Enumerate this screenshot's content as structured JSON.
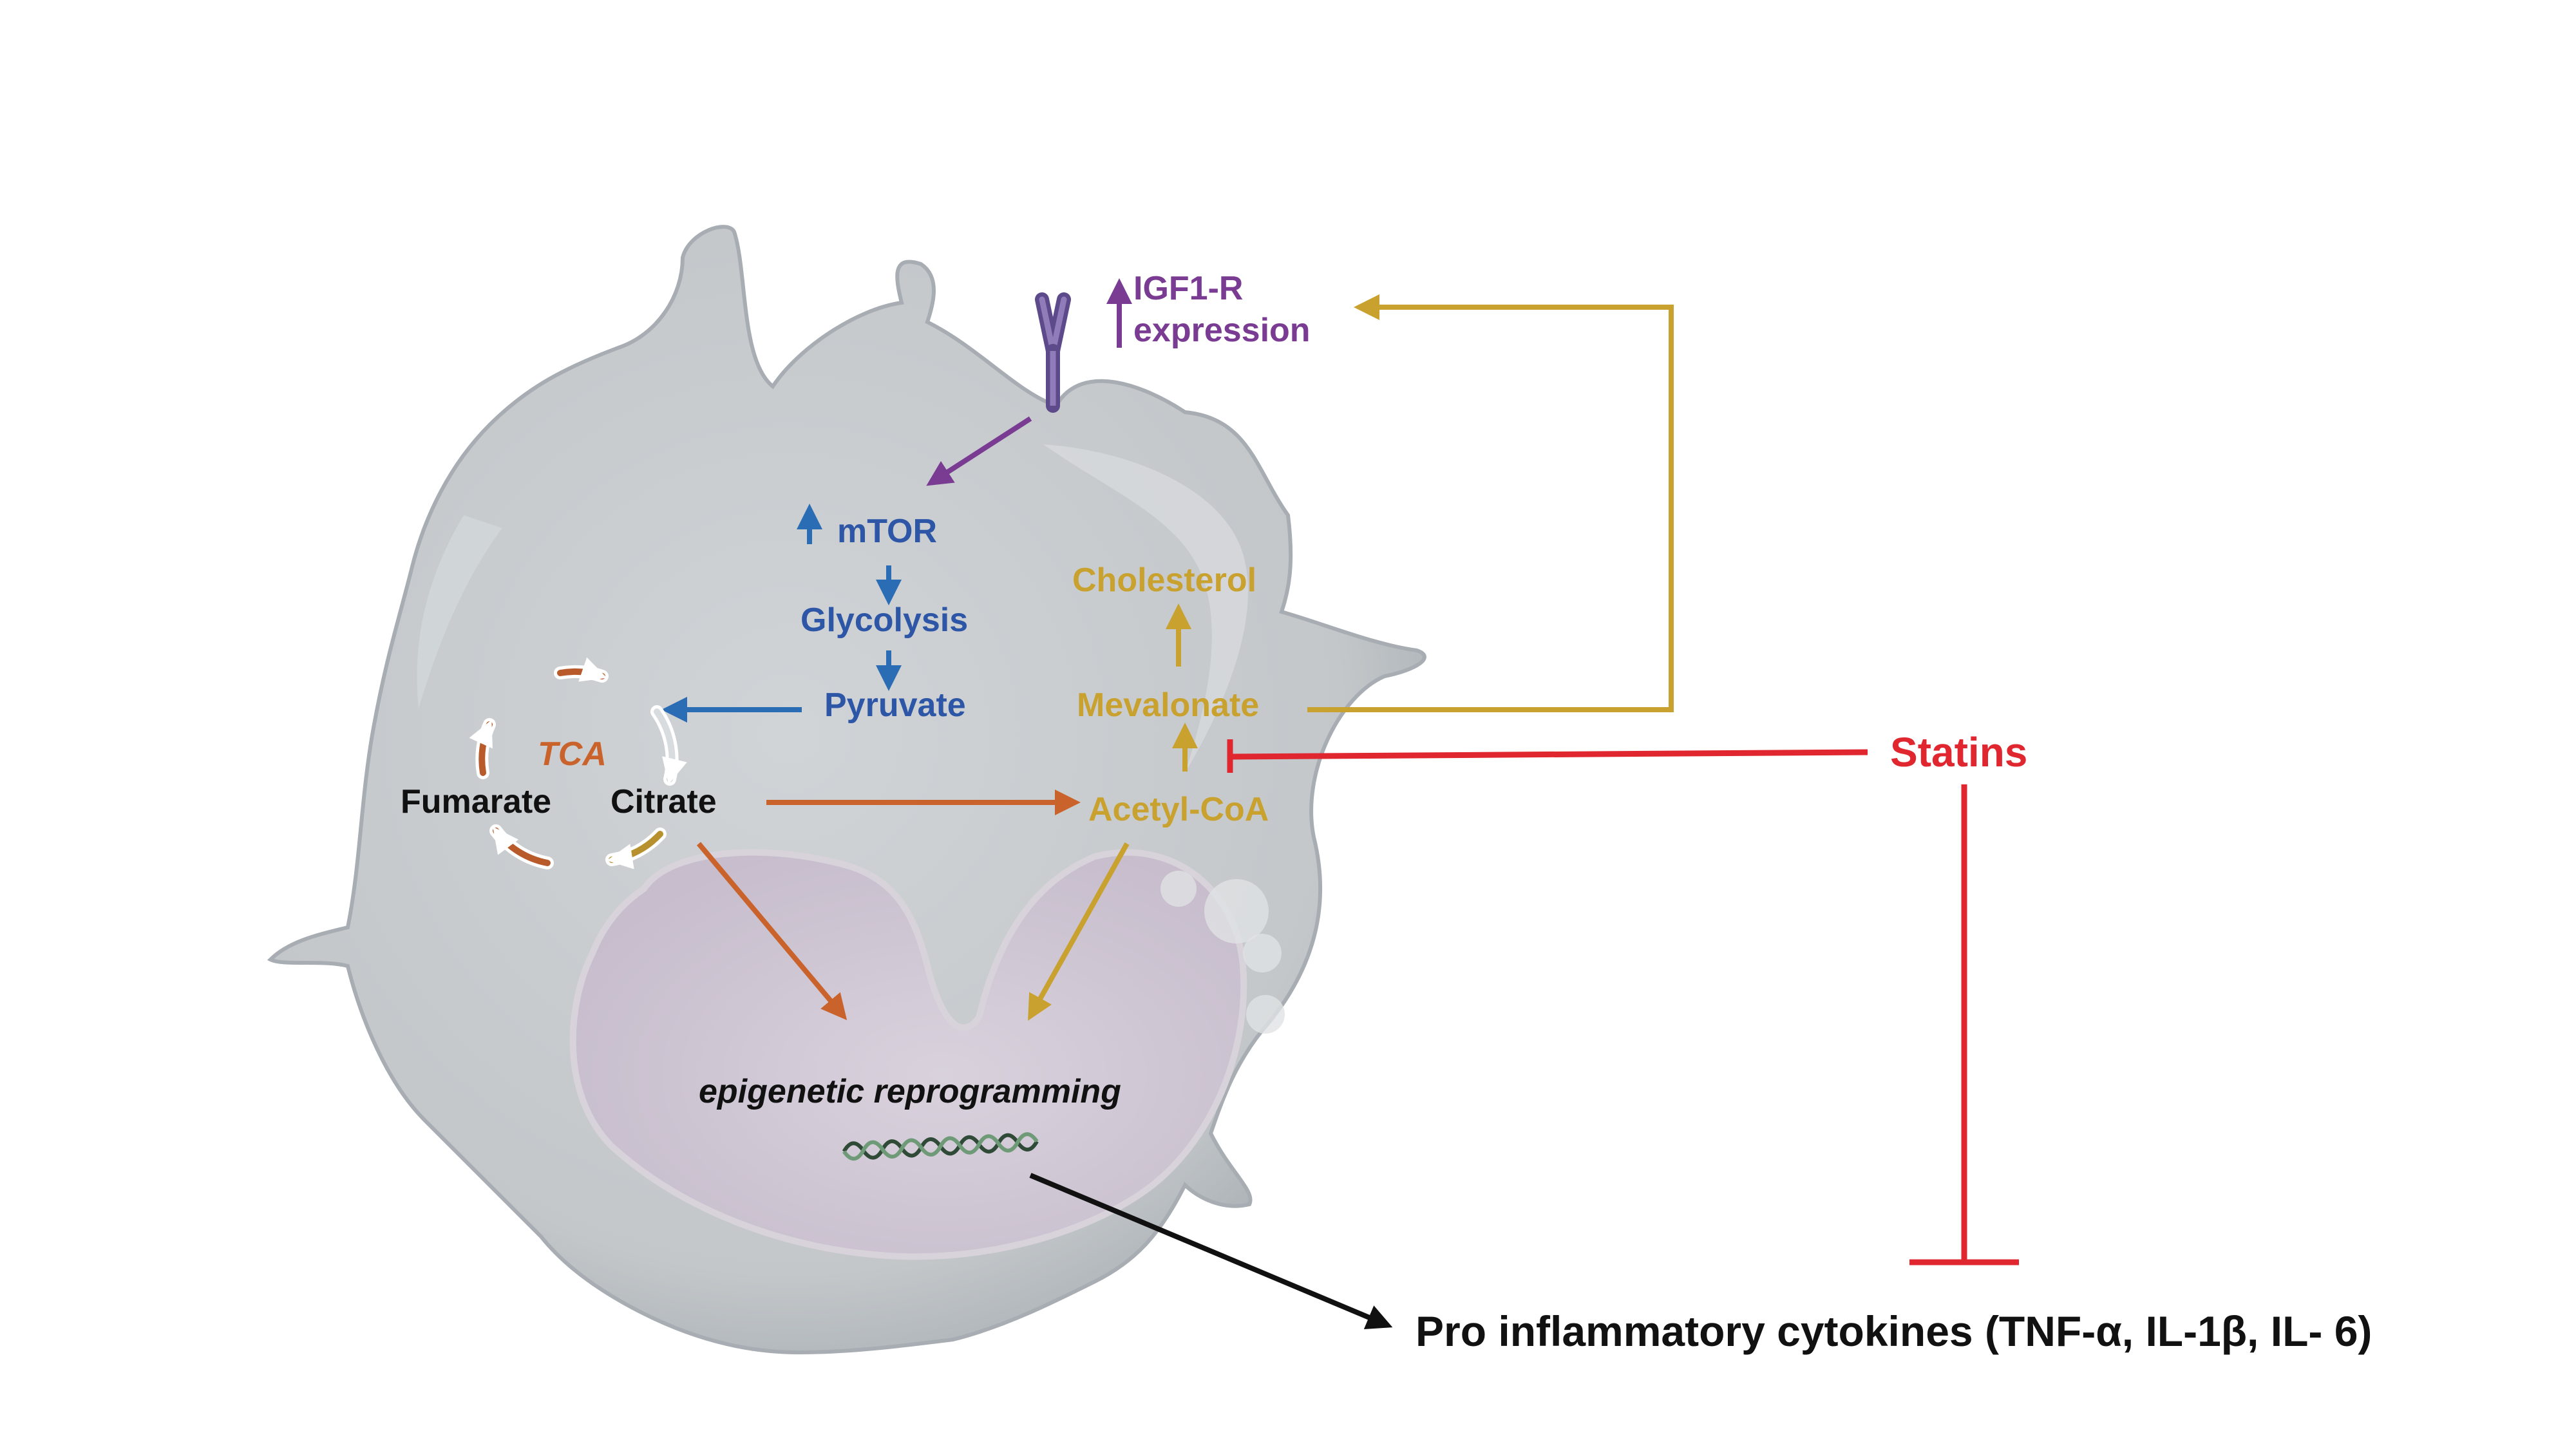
{
  "colors": {
    "background": "#ffffff",
    "cell": "#c6cacd",
    "cell_shadow": "#9aa1a6",
    "nucleus": "#d5cdd9",
    "purple": "#7a3c92",
    "blue": "#2a6db5",
    "blue_text": "#2e56a6",
    "gold": "#c9a12f",
    "orange": "#c9632b",
    "tca_text": "#c9632b",
    "red": "#e0262f",
    "black": "#111111"
  },
  "icons": {
    "receptor": "igf1-receptor-icon",
    "dna": "dna-helix-icon"
  },
  "labels": {
    "igf1r_line1": "IGF1-R",
    "igf1r_line2": "expression",
    "mtor": "mTOR",
    "glycolysis": "Glycolysis",
    "pyruvate": "Pyruvate",
    "cholesterol": "Cholesterol",
    "mevalonate": "Mevalonate",
    "tca": "TCA",
    "fumarate": "Fumarate",
    "citrate": "Citrate",
    "acetyl_coa": "Acetyl-CoA",
    "statins": "Statins",
    "epigenetic": "epigenetic reprogramming",
    "cytokines": "Pro inflammatory cytokines (TNF-α, IL-1β, IL- 6)"
  }
}
